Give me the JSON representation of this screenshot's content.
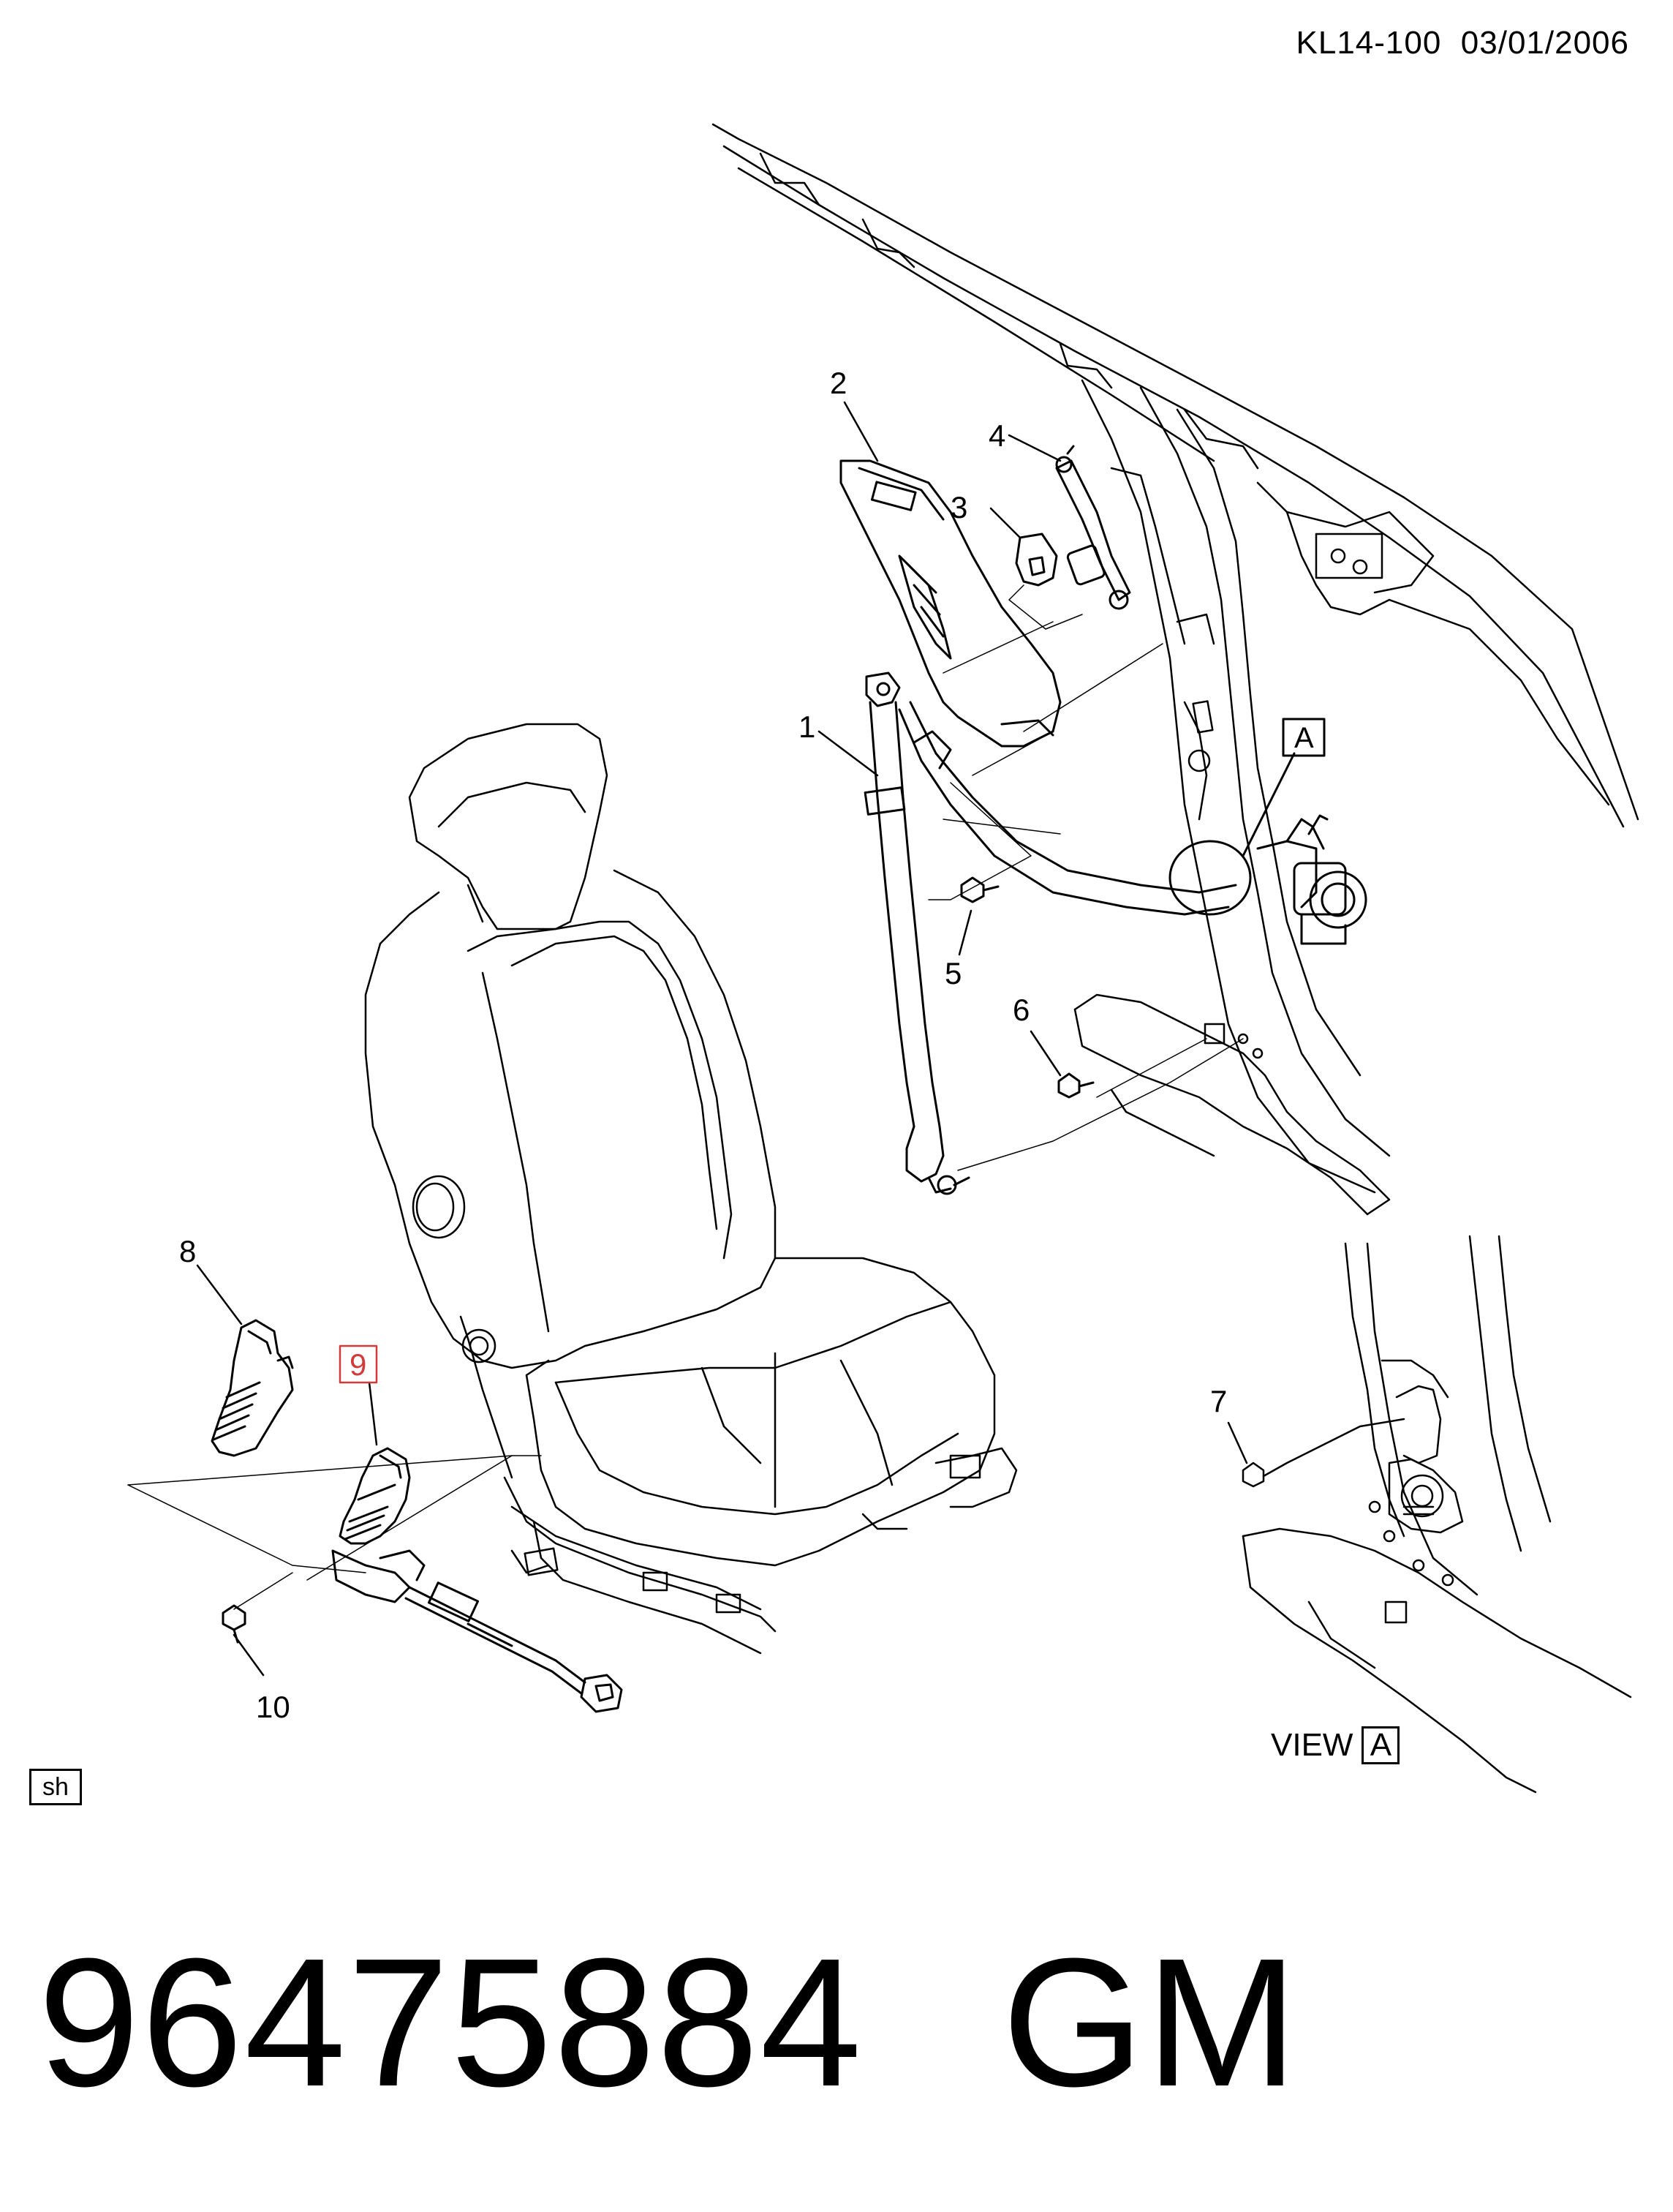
{
  "header": {
    "ref": "KL14-100",
    "date": "03/01/2006"
  },
  "callouts": {
    "c1": "1",
    "c2": "2",
    "c3": "3",
    "c4": "4",
    "c5": "5",
    "c6": "6",
    "c7": "7",
    "c8": "8",
    "c9": "9",
    "c10": "10"
  },
  "highlighted_callout": "9",
  "view_ref": {
    "marker": "A",
    "label": "VIEW",
    "letter": "A"
  },
  "sheet_tag": "sh",
  "part": {
    "number": "96475884",
    "manufacturer": "GM"
  },
  "colors": {
    "line": "#000000",
    "highlight": "#d33a3a"
  }
}
